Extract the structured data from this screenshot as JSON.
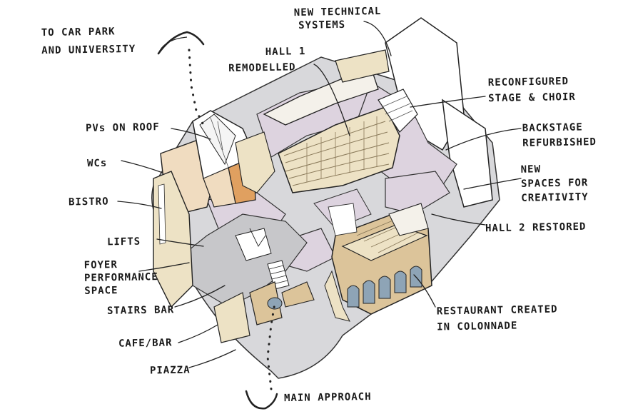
{
  "labels": {
    "car_park": [
      "TO CAR PARK",
      "AND UNIVERSITY"
    ],
    "new_technical": [
      "NEW TECHNICAL",
      "SYSTEMS"
    ],
    "hall1": [
      "HALL 1",
      "REMODELLED"
    ],
    "stage_choir": [
      "RECONFIGURED",
      "STAGE & CHOIR"
    ],
    "backstage": [
      "BACKSTAGE",
      "REFURBISHED"
    ],
    "creativity": [
      "NEW",
      "SPACES FOR",
      "CREATIVITY"
    ],
    "hall2": "HALL 2 RESTORED",
    "restaurant": [
      "RESTAURANT CREATED",
      "IN COLONNADE"
    ],
    "pvs": "PVs ON ROOF",
    "wcs": "WCs",
    "bistro": "BISTRO",
    "lifts": "LIFTS",
    "foyer": [
      "FOYER",
      "PERFORMANCE",
      "SPACE"
    ],
    "stairs_bar": "STAIRS BAR",
    "cafe_bar": "CAFE/BAR",
    "piazza": "PIAZZA",
    "main_approach": "MAIN APPROACH"
  },
  "colors": {
    "ink": "#1a1a1a",
    "ground": "#d8d8db",
    "circulation": "#c7c7ca",
    "lilac": "#ddd3df",
    "cream": "#ede2c5",
    "tan": "#dcc49a",
    "peach": "#f0dcc0",
    "orange": "#e0a060",
    "window": "#8ea4b6"
  },
  "icons": [
    "approach-arrow-icon",
    "car-park-arrow-icon",
    "pv-roof-icon"
  ]
}
